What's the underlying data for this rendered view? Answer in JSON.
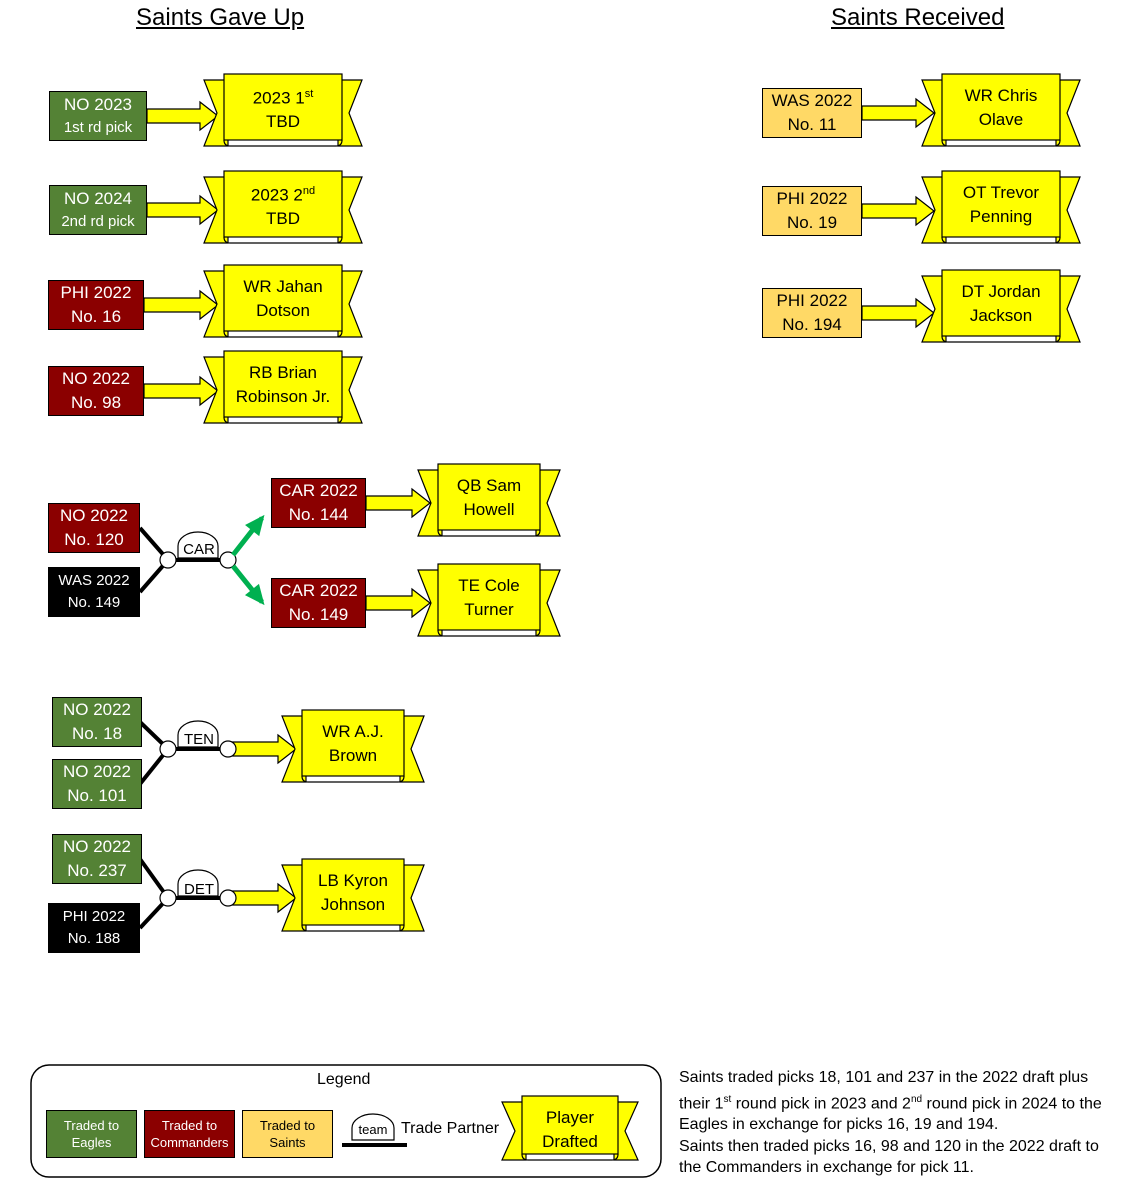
{
  "headings": {
    "gave_up": "Saints Gave Up",
    "received": "Saints Received"
  },
  "colors": {
    "traded_to_eagles": "#548235",
    "traded_to_commanders": "#8b0000",
    "traded_to_saints": "#ffd966",
    "player_drafted": "#ffff00",
    "arrow_green": "#00b050",
    "black": "#000000"
  },
  "picks": {
    "no2023_1st": {
      "line1": "NO 2023",
      "line2": "1st rd pick"
    },
    "no2024_2nd": {
      "line1": "NO 2024",
      "line2": "2nd rd pick"
    },
    "phi2022_16": {
      "line1": "PHI 2022",
      "line2": "No. 16"
    },
    "no2022_98": {
      "line1": "NO 2022",
      "line2": "No. 98"
    },
    "no2022_120": {
      "line1": "NO 2022",
      "line2": "No. 120"
    },
    "was2022_149": {
      "line1": "WAS 2022",
      "line2": "No. 149"
    },
    "car2022_144": {
      "line1": "CAR 2022",
      "line2": "No. 144"
    },
    "car2022_149": {
      "line1": "CAR 2022",
      "line2": "No. 149"
    },
    "no2022_18": {
      "line1": "NO 2022",
      "line2": "No. 18"
    },
    "no2022_101": {
      "line1": "NO 2022",
      "line2": "No. 101"
    },
    "no2022_237": {
      "line1": "NO 2022",
      "line2": "No. 237"
    },
    "phi2022_188": {
      "line1": "PHI 2022",
      "line2": "No. 188"
    },
    "was2022_11": {
      "line1": "WAS 2022",
      "line2": "No. 11"
    },
    "phi2022_19": {
      "line1": "PHI 2022",
      "line2": "No. 19"
    },
    "phi2022_194": {
      "line1": "PHI 2022",
      "line2": "No. 194"
    }
  },
  "players": {
    "p2023_1st": {
      "line1": "2023 1",
      "sup": "st",
      "line2": "TBD"
    },
    "p2023_2nd": {
      "line1": "2023 2",
      "sup": "nd",
      "line2": "TBD"
    },
    "dotson": {
      "line1": "WR Jahan",
      "line2": "Dotson"
    },
    "robinson": {
      "line1": "RB Brian",
      "line2": "Robinson Jr."
    },
    "howell": {
      "line1": "QB Sam",
      "line2": "Howell"
    },
    "turner": {
      "line1": "TE Cole",
      "line2": "Turner"
    },
    "brown": {
      "line1": "WR A.J.",
      "line2": "Brown"
    },
    "johnson": {
      "line1": "LB Kyron",
      "line2": "Johnson"
    },
    "olave": {
      "line1": "WR Chris",
      "line2": "Olave"
    },
    "penning": {
      "line1": "OT Trevor",
      "line2": "Penning"
    },
    "jackson": {
      "line1": "DT Jordan",
      "line2": "Jackson"
    }
  },
  "partners": {
    "car": "CAR",
    "ten": "TEN",
    "det": "DET"
  },
  "legend": {
    "title": "Legend",
    "eagles": {
      "line1": "Traded to",
      "line2": "Eagles"
    },
    "commanders": {
      "line1": "Traded to",
      "line2": "Commanders"
    },
    "saints": {
      "line1": "Traded to",
      "line2": "Saints"
    },
    "team_bubble": "team",
    "trade_partner": "Trade Partner",
    "player": {
      "line1": "Player",
      "line2": "Drafted"
    }
  },
  "note": {
    "l1": "Saints traded picks 18, 101 and 237 in the 2022 draft plus",
    "l2a": "their 1",
    "l2sup": "st",
    "l2b": " round pick in 2023 and 2",
    "l2sup2": "nd",
    "l2c": " round pick in 2024 to the",
    "l3": "Eagles in exchange for picks 16, 19 and 194.",
    "l4": "Saints then traded picks 16, 98 and 120 in the 2022 draft to",
    "l5": "the Commanders in exchange for pick 11."
  }
}
